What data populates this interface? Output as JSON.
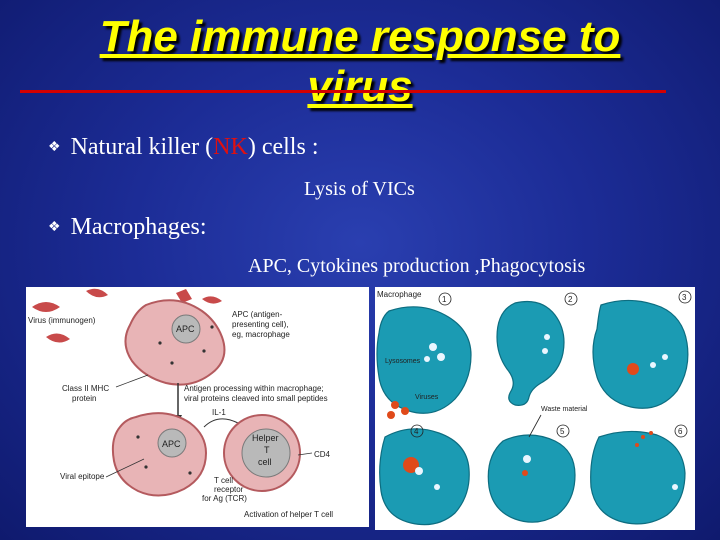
{
  "title": {
    "line1": "The immune response to",
    "line2": "virus"
  },
  "bullets": [
    {
      "pre": "Natural killer (",
      "highlight": "NK",
      "post": ") cells :",
      "detail": "Lysis of VICs"
    },
    {
      "pre": "Macrophages:",
      "highlight": "",
      "post": "",
      "detail": "APC, Cytokines production ,Phagocytosis"
    }
  ],
  "diagram_left": {
    "virus": "Virus (immunogen)",
    "apc_top": "APC",
    "apc_note_1": "APC (antigen-",
    "apc_note_2": "presenting cell),",
    "apc_note_3": "eg, macrophage",
    "mhc_1": "Class II MHC",
    "mhc_2": "protein",
    "proc_1": "Antigen processing within macrophage;",
    "proc_2": "viral proteins cleaved into small peptides",
    "il1": "IL-1",
    "apc_bottom": "APC",
    "helper_1": "Helper",
    "helper_2": "T",
    "helper_3": "cell",
    "cd4": "CD4",
    "epitope": "Viral epitope",
    "tcr_1": "T cell",
    "tcr_2": "receptor",
    "tcr_3": "for Ag (TCR)",
    "activation": "Activation of helper T cell"
  },
  "diagram_right": {
    "macrophage": "Macrophage",
    "lysosomes": "Lysosomes",
    "viruses": "Viruses",
    "waste": "Waste material",
    "steps": [
      "1",
      "2",
      "3",
      "4",
      "5",
      "6"
    ]
  },
  "colors": {
    "title": "#ffff00",
    "underline": "#d40000",
    "highlight": "#e01010",
    "macrophage_cell": "#1b9bb3",
    "apc_cell": "#e8b4b6"
  }
}
